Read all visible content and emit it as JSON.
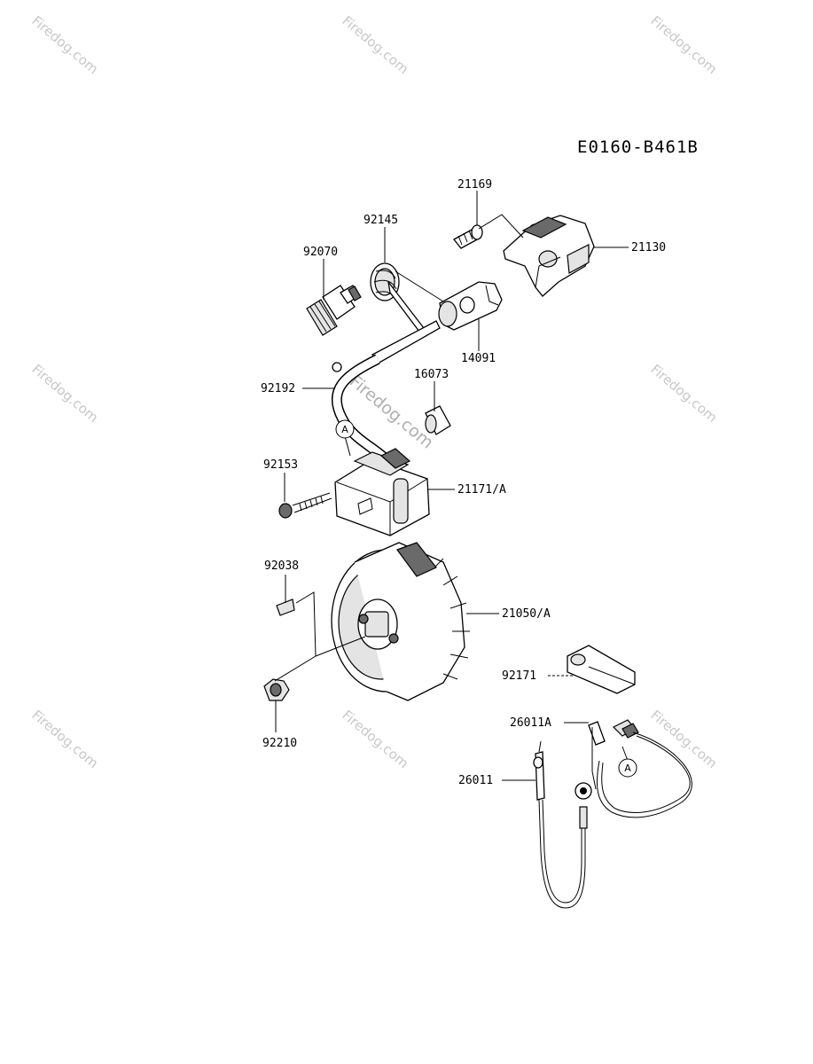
{
  "diagram_code": "E0160-B461B",
  "watermark": "Firedog.com",
  "callout_letter": "A",
  "part_labels": [
    "21169",
    "92145",
    "92070",
    "21130",
    "14091",
    "92192",
    "16073",
    "92153",
    "21171/A",
    "92038",
    "21050/A",
    "92171",
    "26011A",
    "92210",
    "26011"
  ]
}
